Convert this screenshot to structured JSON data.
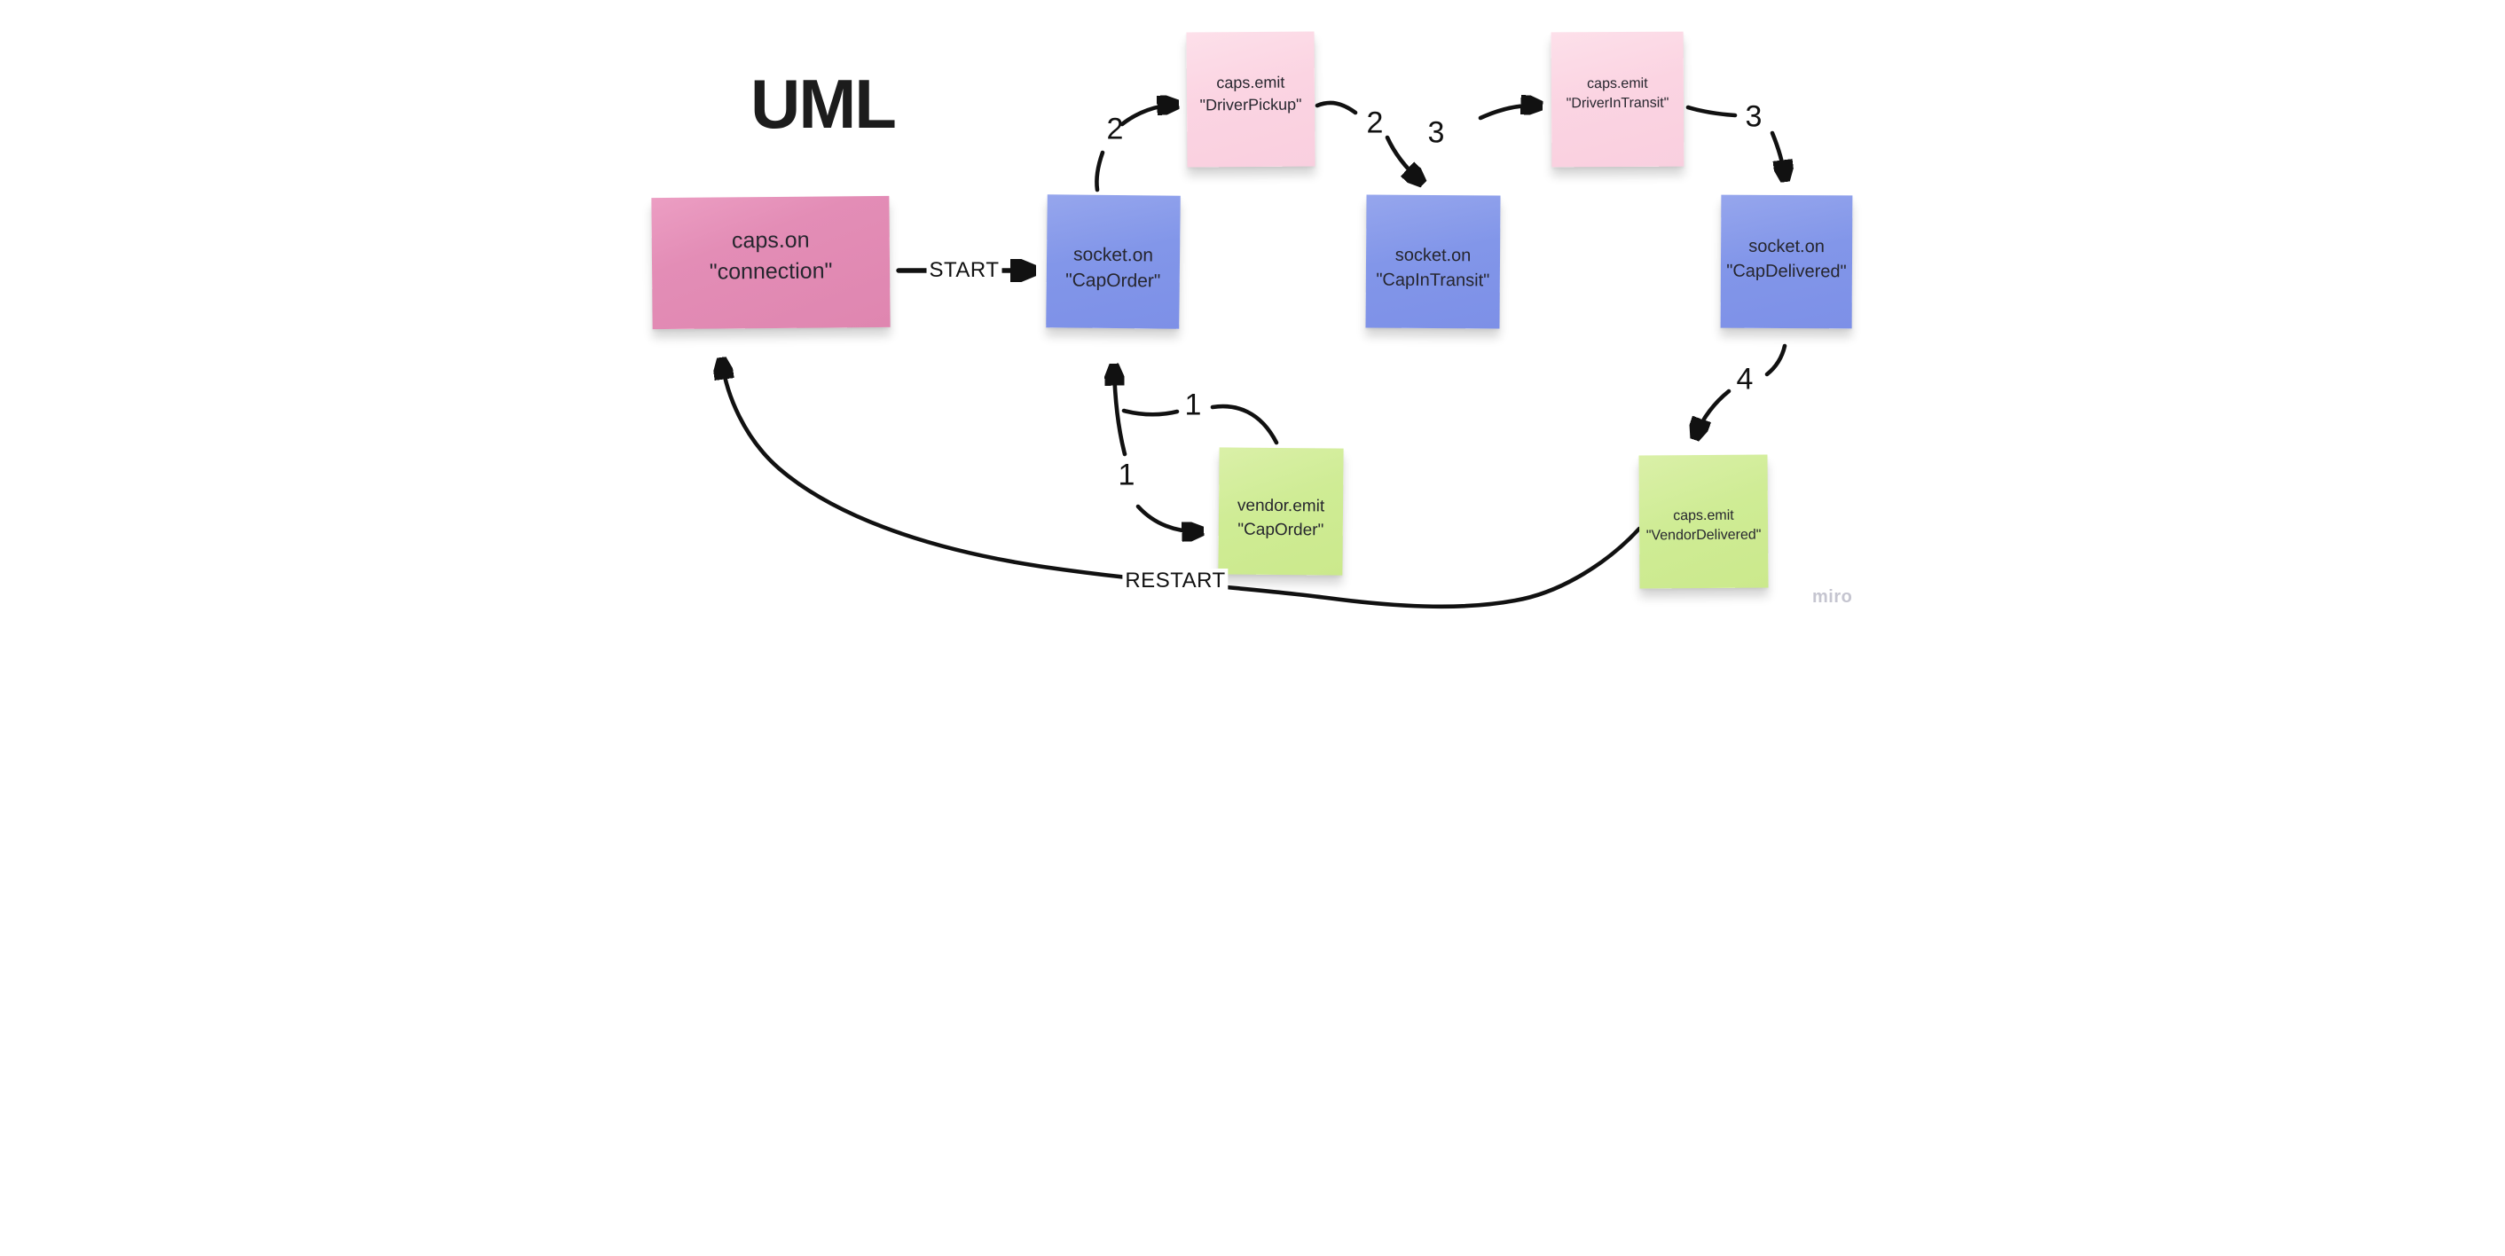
{
  "title": "UML",
  "watermark": "miro",
  "colors": {
    "magenta_note": "#e38db6",
    "blue_note": "#8296e9",
    "pink_note": "#fbd4e2",
    "green_note": "#cfec95",
    "arrow": "#111111",
    "note_text": "#26262e",
    "watermark_color": "#c5c5d0"
  },
  "notes": [
    {
      "id": "caps-on-connection",
      "color": "magenta",
      "line1": "caps.on",
      "line2": "\"connection\""
    },
    {
      "id": "socket-on-caporder",
      "color": "blue",
      "line1": "socket.on",
      "line2": "\"CapOrder\""
    },
    {
      "id": "caps-emit-driverpickup",
      "color": "pink",
      "line1": "caps.emit",
      "line2": "\"DriverPickup\""
    },
    {
      "id": "socket-on-capintransit",
      "color": "blue",
      "line1": "socket.on",
      "line2": "\"CapInTransit\""
    },
    {
      "id": "caps-emit-driverintransit",
      "color": "pink",
      "line1": "caps.emit",
      "line2": "\"DriverInTransit\""
    },
    {
      "id": "socket-on-capdelivered",
      "color": "blue",
      "line1": "socket.on",
      "line2": "\"CapDelivered\""
    },
    {
      "id": "vendor-emit-caporder",
      "color": "green",
      "line1": "vendor.emit",
      "line2": "\"CapOrder\""
    },
    {
      "id": "caps-emit-vendordelivered",
      "color": "green",
      "line1": "caps.emit",
      "line2": "\"VendorDelivered\""
    }
  ],
  "edge_labels": {
    "start": "START",
    "restart": "RESTART",
    "step1a": "1",
    "step1b": "1",
    "step2a": "2",
    "step2b": "2",
    "step3a": "3",
    "step3b": "3",
    "step4": "4"
  }
}
